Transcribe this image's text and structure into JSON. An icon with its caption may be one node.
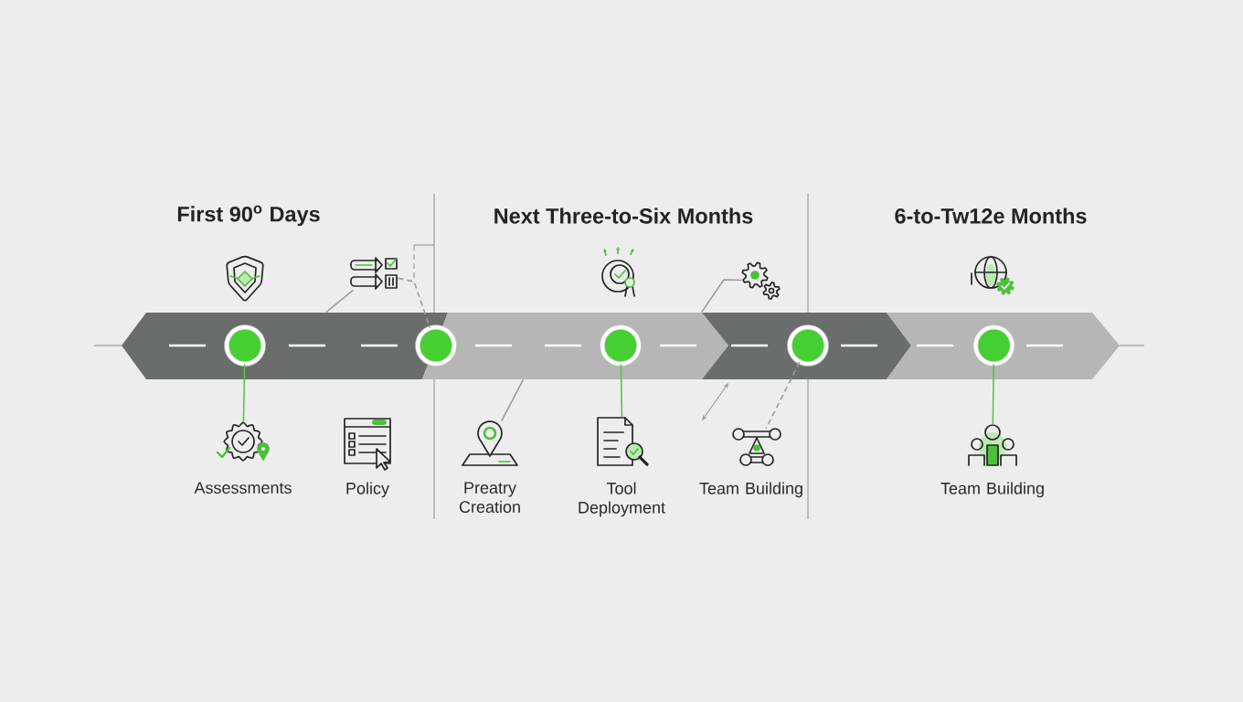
{
  "diagram": {
    "nodes": [
      {
        "text": [],
        "shape": "picture"
      },
      {
        "text": [],
        "shape": "picture"
      },
      {
        "text": [],
        "shape": "picture"
      },
      {
        "text": [],
        "shape": "picture"
      },
      {
        "text": [],
        "shape": "picture"
      },
      {
        "text": [],
        "shape": "chevron"
      },
      {
        "text": [],
        "shape": "chevron"
      },
      {
        "text": [],
        "shape": "chevron"
      },
      {
        "text": [],
        "shape": "chevron"
      },
      {
        "text": [],
        "shape": "circle",
        "in": 5
      },
      {
        "text": [],
        "shape": "circle"
      },
      {
        "text": [],
        "shape": "circle",
        "in": 6
      },
      {
        "text": [],
        "shape": "circle",
        "in": 7
      },
      {
        "text": [],
        "shape": "circle",
        "in": 8
      },
      {
        "text": [],
        "shape": "picture",
        "beside": [
          "Assessments"
        ]
      },
      {
        "text": [],
        "shape": "picture",
        "beside": [
          "Policy"
        ]
      },
      {
        "text": [],
        "shape": "picture",
        "beside": [
          "Preatry Creation"
        ]
      },
      {
        "text": [],
        "shape": "picture",
        "beside": [
          "Tool Deployment"
        ]
      },
      {
        "text": [],
        "shape": "picture",
        "beside": [
          "Team Building"
        ]
      },
      {
        "text": [],
        "shape": "picture",
        "beside": [
          "Team Building"
        ]
      }
    ],
    "edges": [
      {
        "from": 9,
        "to": 14,
        "arrow": "none",
        "color": "#5cc34b"
      },
      {
        "from": 1,
        "to": 10,
        "arrow": "none",
        "style": "dashed"
      },
      {
        "from": 1,
        "to": 5,
        "arrow": "none"
      },
      {
        "from": 3,
        "to": 7,
        "arrow": "none"
      },
      {
        "from": 6,
        "to": 16,
        "arrow": "none"
      },
      {
        "from": 11,
        "to": 17,
        "arrow": "none",
        "color": "#5cc34b"
      },
      {
        "from": 12,
        "to": 18,
        "arrow": "none",
        "style": "dashed"
      },
      {
        "from": 13,
        "to": 19,
        "arrow": "none",
        "color": "#5cc34b"
      }
    ],
    "labels": [
      "First 90$^{o}$ Days",
      "Next Three-to-Six Months",
      "6-to-Tw12e Months"
    ]
  }
}
